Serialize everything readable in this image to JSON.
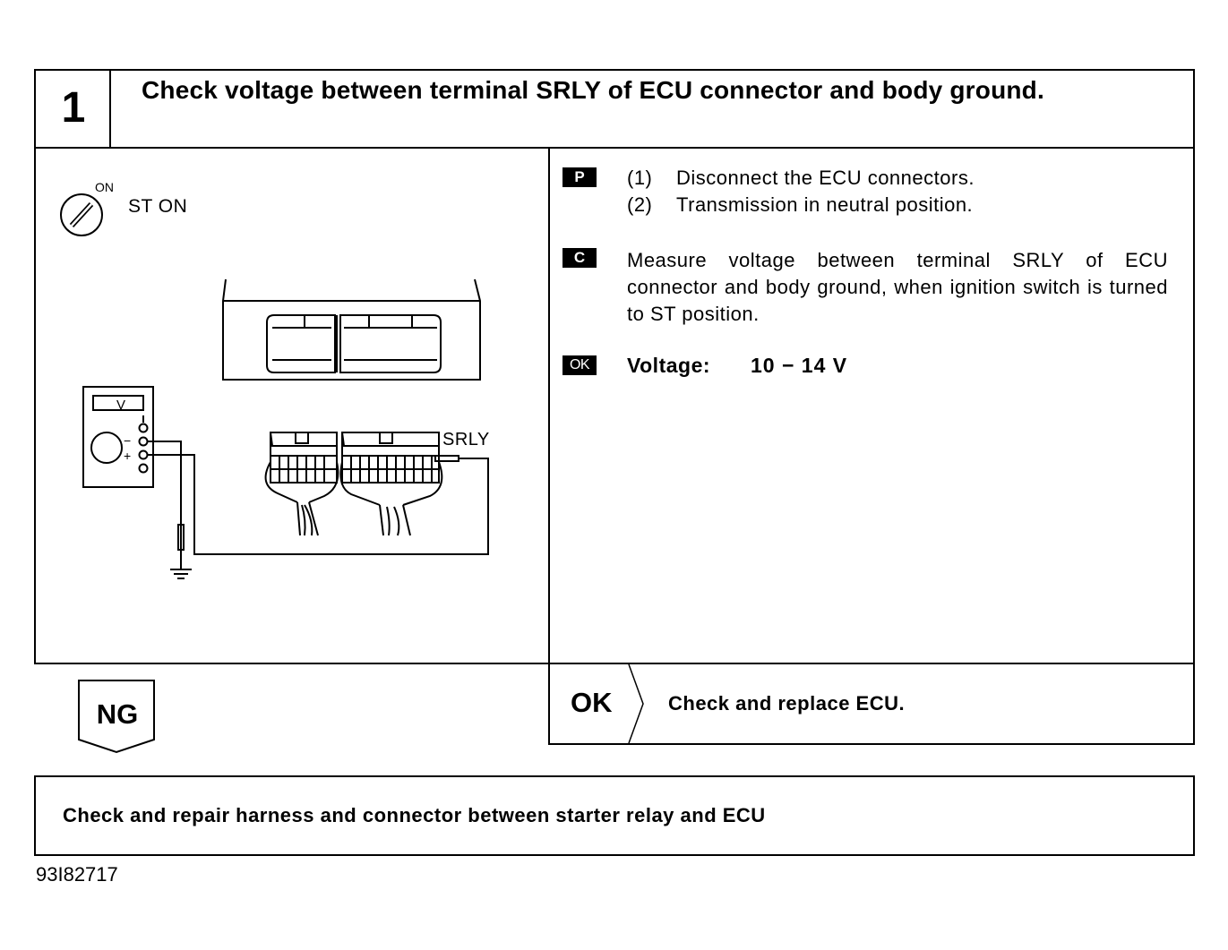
{
  "step": {
    "number": "1",
    "title": "Check voltage between terminal SRLY of ECU connector and body ground."
  },
  "illustration": {
    "ignition_on_label": "ON",
    "ignition_label": "ST ON",
    "meter_label": "V",
    "meter_minus": "−",
    "meter_plus": "+",
    "terminal_label": "SRLY"
  },
  "preparation": {
    "badge": "P",
    "steps": [
      {
        "num": "(1)",
        "text": "Disconnect the ECU connectors."
      },
      {
        "num": "(2)",
        "text": "Transmission in neutral position."
      }
    ]
  },
  "check": {
    "badge": "C",
    "text": "Measure voltage between terminal SRLY of ECU connector and body ground, when ignition switch is turned to ST position."
  },
  "spec": {
    "badge": "OK",
    "label": "Voltage:",
    "value": "10 − 14 V"
  },
  "ok_result": {
    "label": "OK",
    "action": "Check and replace ECU."
  },
  "ng_result": {
    "label": "NG",
    "action": "Check and repair harness and connector between starter relay and ECU"
  },
  "doc_id": "93I82717"
}
